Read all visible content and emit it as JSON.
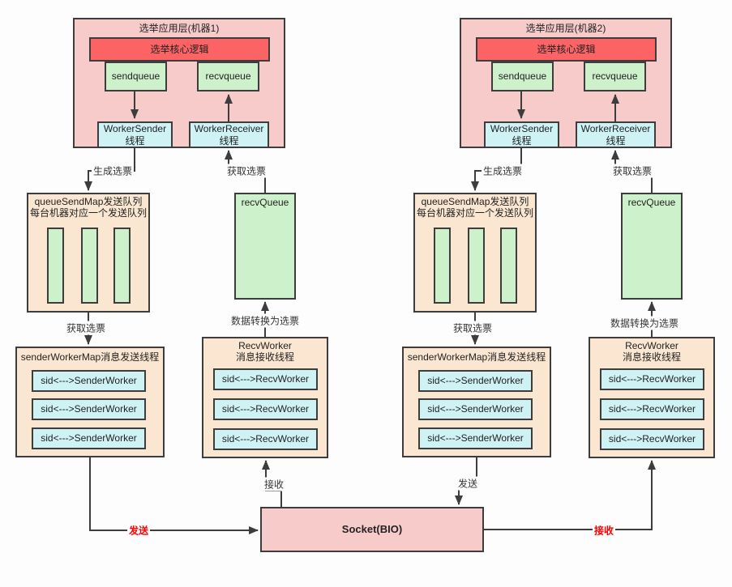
{
  "machine1": {
    "title": "选举应用层(机器1)",
    "core_logic": "选举核心逻辑",
    "sendqueue": "sendqueue",
    "recvqueue": "recvqueue",
    "worker_sender_line1": "WorkerSender",
    "worker_sender_line2": "线程",
    "worker_receiver_line1": "WorkerReceiver",
    "worker_receiver_line2": "线程",
    "label_generate_vote": "生成选票",
    "label_fetch_vote_top": "获取选票",
    "label_fetch_vote_bottom": "获取选票",
    "label_convert_vote": "数据转换为选票",
    "label_send": "发送",
    "label_receive": "接收",
    "queue_send_map_title": "queueSendMap发送队列",
    "queue_send_map_subtitle": "每台机器对应一个发送队列",
    "recv_queue": "recvQueue",
    "sender_worker_map_title": "senderWorkerMap消息发送线程",
    "sender_items": [
      "sid<--->SenderWorker",
      "sid<--->SenderWorker",
      "sid<--->SenderWorker"
    ],
    "recv_worker_title": "RecvWorker",
    "recv_worker_subtitle": "消息接收线程",
    "recv_items": [
      "sid<--->RecvWorker",
      "sid<--->RecvWorker",
      "sid<--->RecvWorker"
    ]
  },
  "machine2": {
    "title": "选举应用层(机器2)",
    "core_logic": "选举核心逻辑",
    "sendqueue": "sendqueue",
    "recvqueue": "recvqueue",
    "worker_sender_line1": "WorkerSender",
    "worker_sender_line2": "线程",
    "worker_receiver_line1": "WorkerReceiver",
    "worker_receiver_line2": "线程",
    "label_generate_vote": "生成选票",
    "label_fetch_vote_top": "获取选票",
    "label_fetch_vote_bottom": "获取选票",
    "label_convert_vote": "数据转换为选票",
    "label_send": "发送",
    "label_receive": "接收",
    "queue_send_map_title": "queueSendMap发送队列",
    "queue_send_map_subtitle": "每台机器对应一个发送队列",
    "recv_queue": "recvQueue",
    "sender_worker_map_title": "senderWorkerMap消息发送线程",
    "sender_items": [
      "sid<--->SenderWorker",
      "sid<--->SenderWorker",
      "sid<--->SenderWorker"
    ],
    "recv_worker_title": "RecvWorker",
    "recv_worker_subtitle": "消息接收线程",
    "recv_items": [
      "sid<--->RecvWorker",
      "sid<--->RecvWorker",
      "sid<--->RecvWorker"
    ]
  },
  "socket": {
    "label": "Socket(BIO)"
  },
  "colors": {
    "machine_fill": "#f8cbcb",
    "core_fill": "#fb6364",
    "queue_fill": "#cdf1ca",
    "worker_fill": "#cff2f5",
    "container_fill": "#fbe7d1",
    "socket_fill": "#f8cbcb",
    "line": "#3d3d3d",
    "highlight_text": "#fe0000"
  }
}
